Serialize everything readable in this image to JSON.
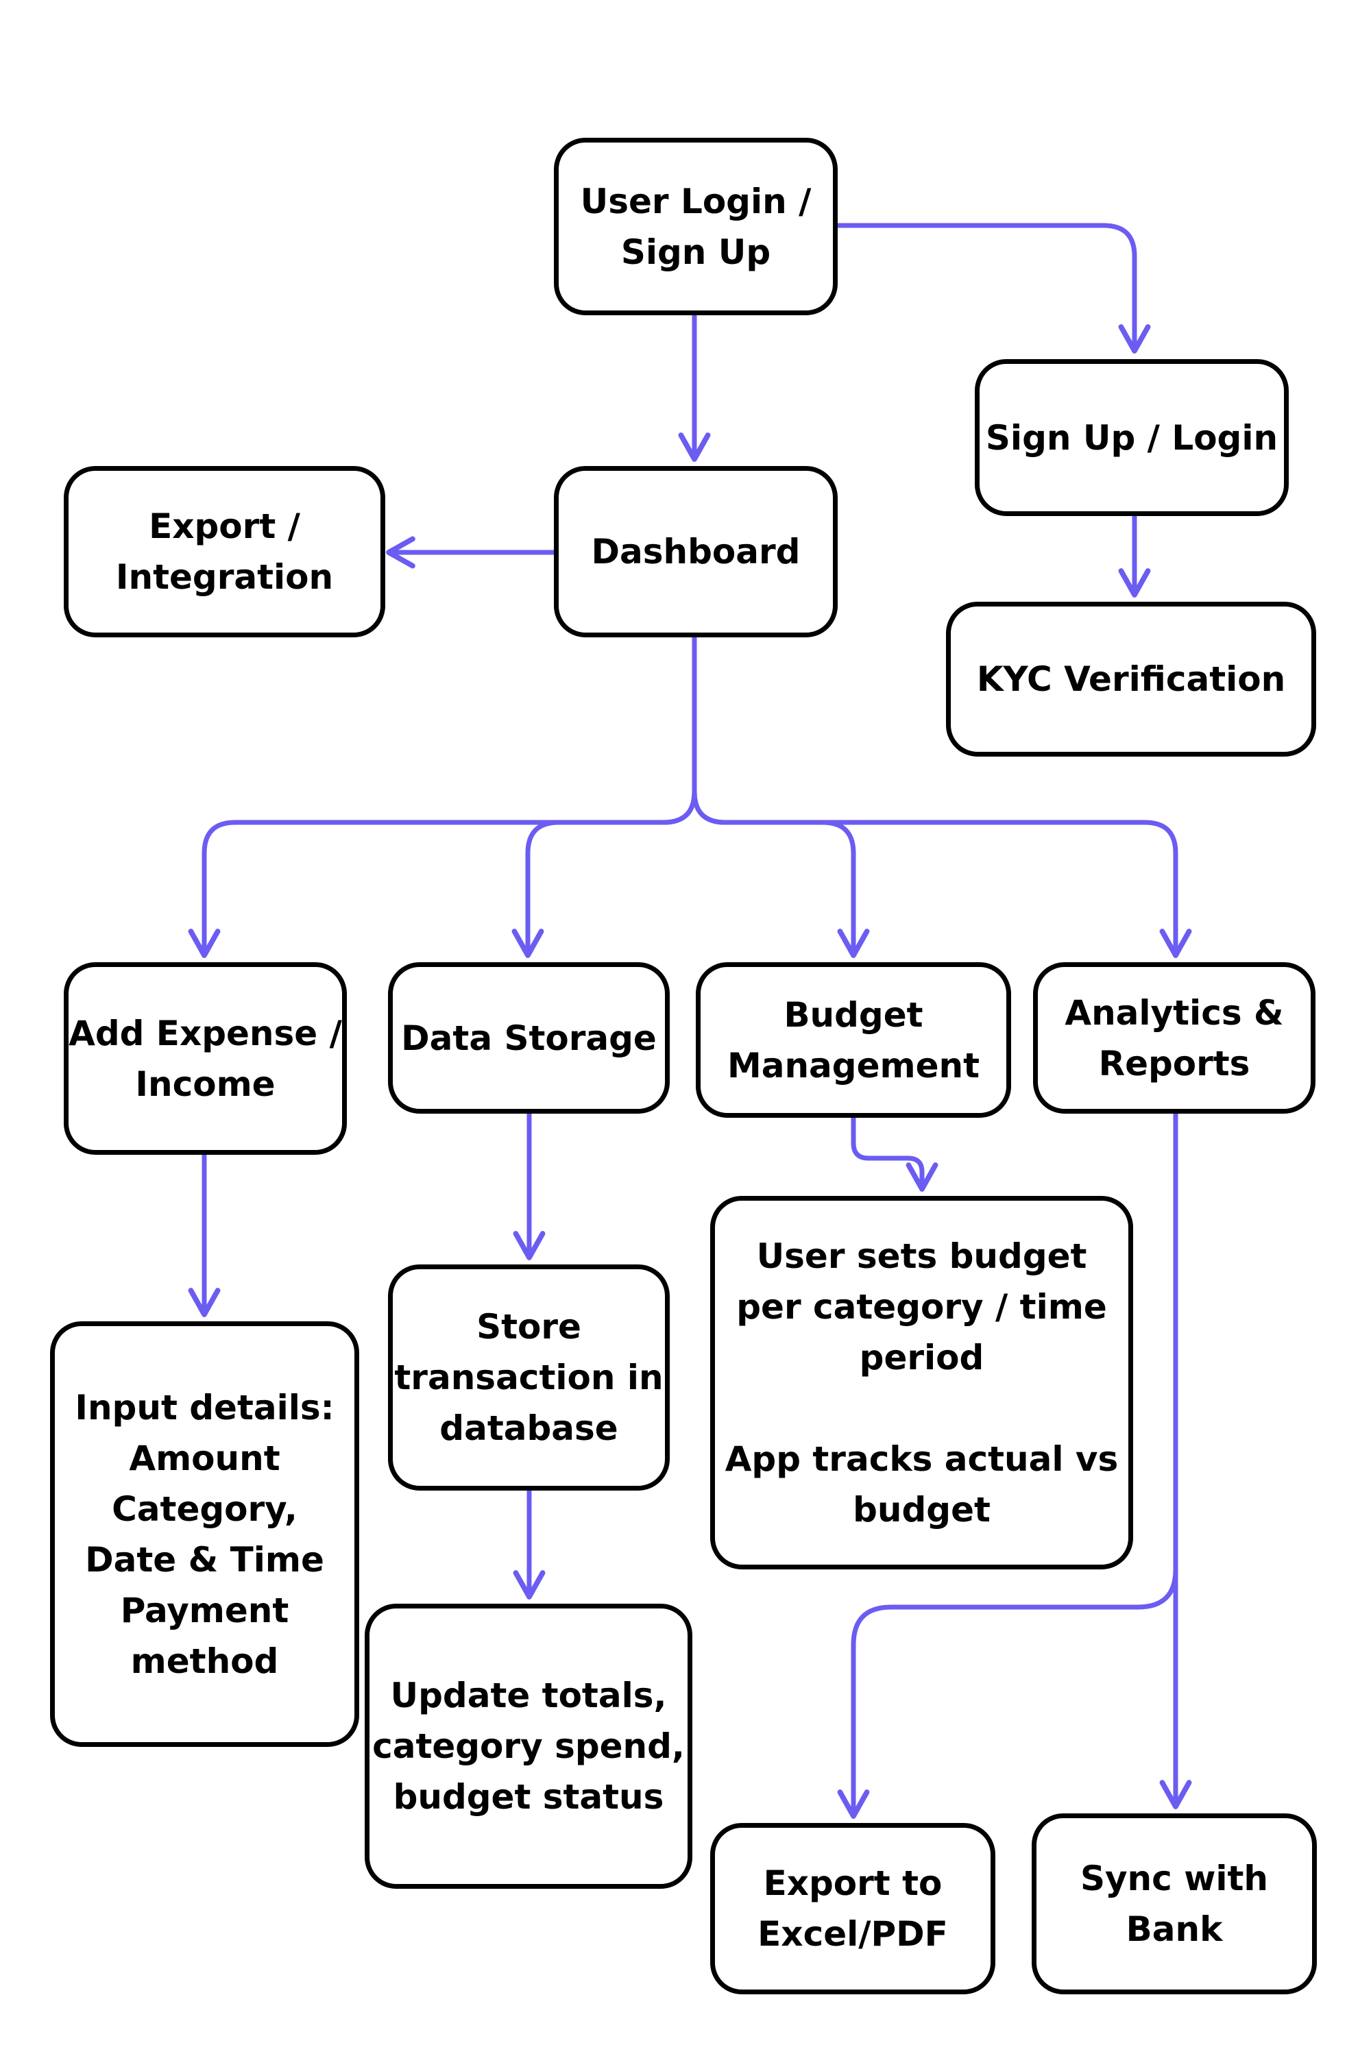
{
  "colors": {
    "connector": "#6B5CF2",
    "border": "#000000",
    "text": "#000000",
    "background": "#FFFFFF"
  },
  "nodes": {
    "user_login": "User Login /\nSign Up",
    "signup_login": "Sign Up / Login",
    "kyc": "KYC Verification",
    "export_integration": "Export /\nIntegration",
    "dashboard": "Dashboard",
    "add_expense": "Add Expense /\nIncome",
    "data_storage": "Data Storage",
    "budget_management": "Budget\nManagement",
    "analytics": "Analytics &\nReports",
    "input_details": "Input details:\nAmount\nCategory,\nDate & Time\nPayment\nmethod",
    "store_transaction": "Store\ntransaction in\ndatabase",
    "budget_details": "User sets budget\nper category / time\nperiod\n\nApp tracks actual vs\nbudget",
    "update_totals": "Update totals,\ncategory spend,\nbudget status",
    "export_excel": "Export to\nExcel/PDF",
    "sync_bank": "Sync with\nBank"
  }
}
